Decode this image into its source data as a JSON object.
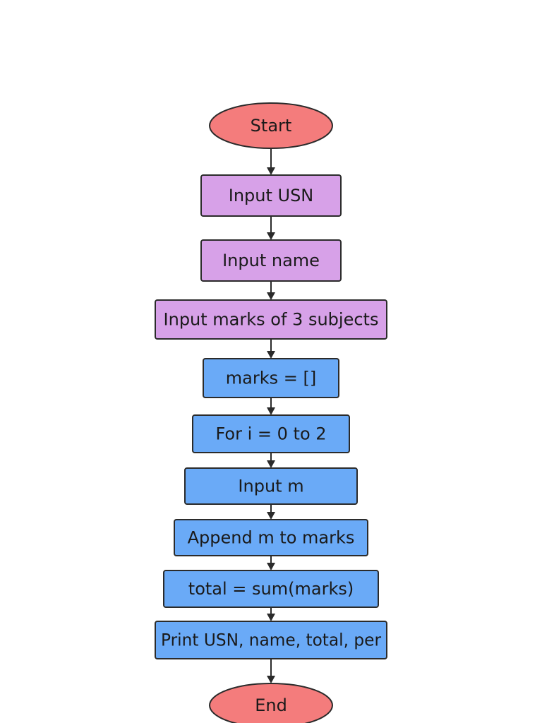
{
  "colors": {
    "terminal": "#f47c7c",
    "input": "#d7a1e8",
    "process": "#6aaaf7",
    "stroke": "#2b2b2b"
  },
  "nodes": [
    {
      "id": "start",
      "kind": "terminal",
      "label": "Start"
    },
    {
      "id": "input-usn",
      "kind": "input",
      "label": "Input USN"
    },
    {
      "id": "input-name",
      "kind": "input",
      "label": "Input name"
    },
    {
      "id": "input-marks",
      "kind": "input",
      "label": "Input marks of 3 subjects"
    },
    {
      "id": "marks-init",
      "kind": "process",
      "label": "marks = []"
    },
    {
      "id": "for-loop",
      "kind": "process",
      "label": "For i = 0 to 2"
    },
    {
      "id": "input-m",
      "kind": "process",
      "label": "Input m"
    },
    {
      "id": "append-m",
      "kind": "process",
      "label": "Append m to marks"
    },
    {
      "id": "total-sum",
      "kind": "process",
      "label": "total = sum(marks)"
    },
    {
      "id": "print-result",
      "kind": "process",
      "label": "Print USN, name, total, per"
    },
    {
      "id": "end",
      "kind": "terminal",
      "label": "End"
    }
  ]
}
